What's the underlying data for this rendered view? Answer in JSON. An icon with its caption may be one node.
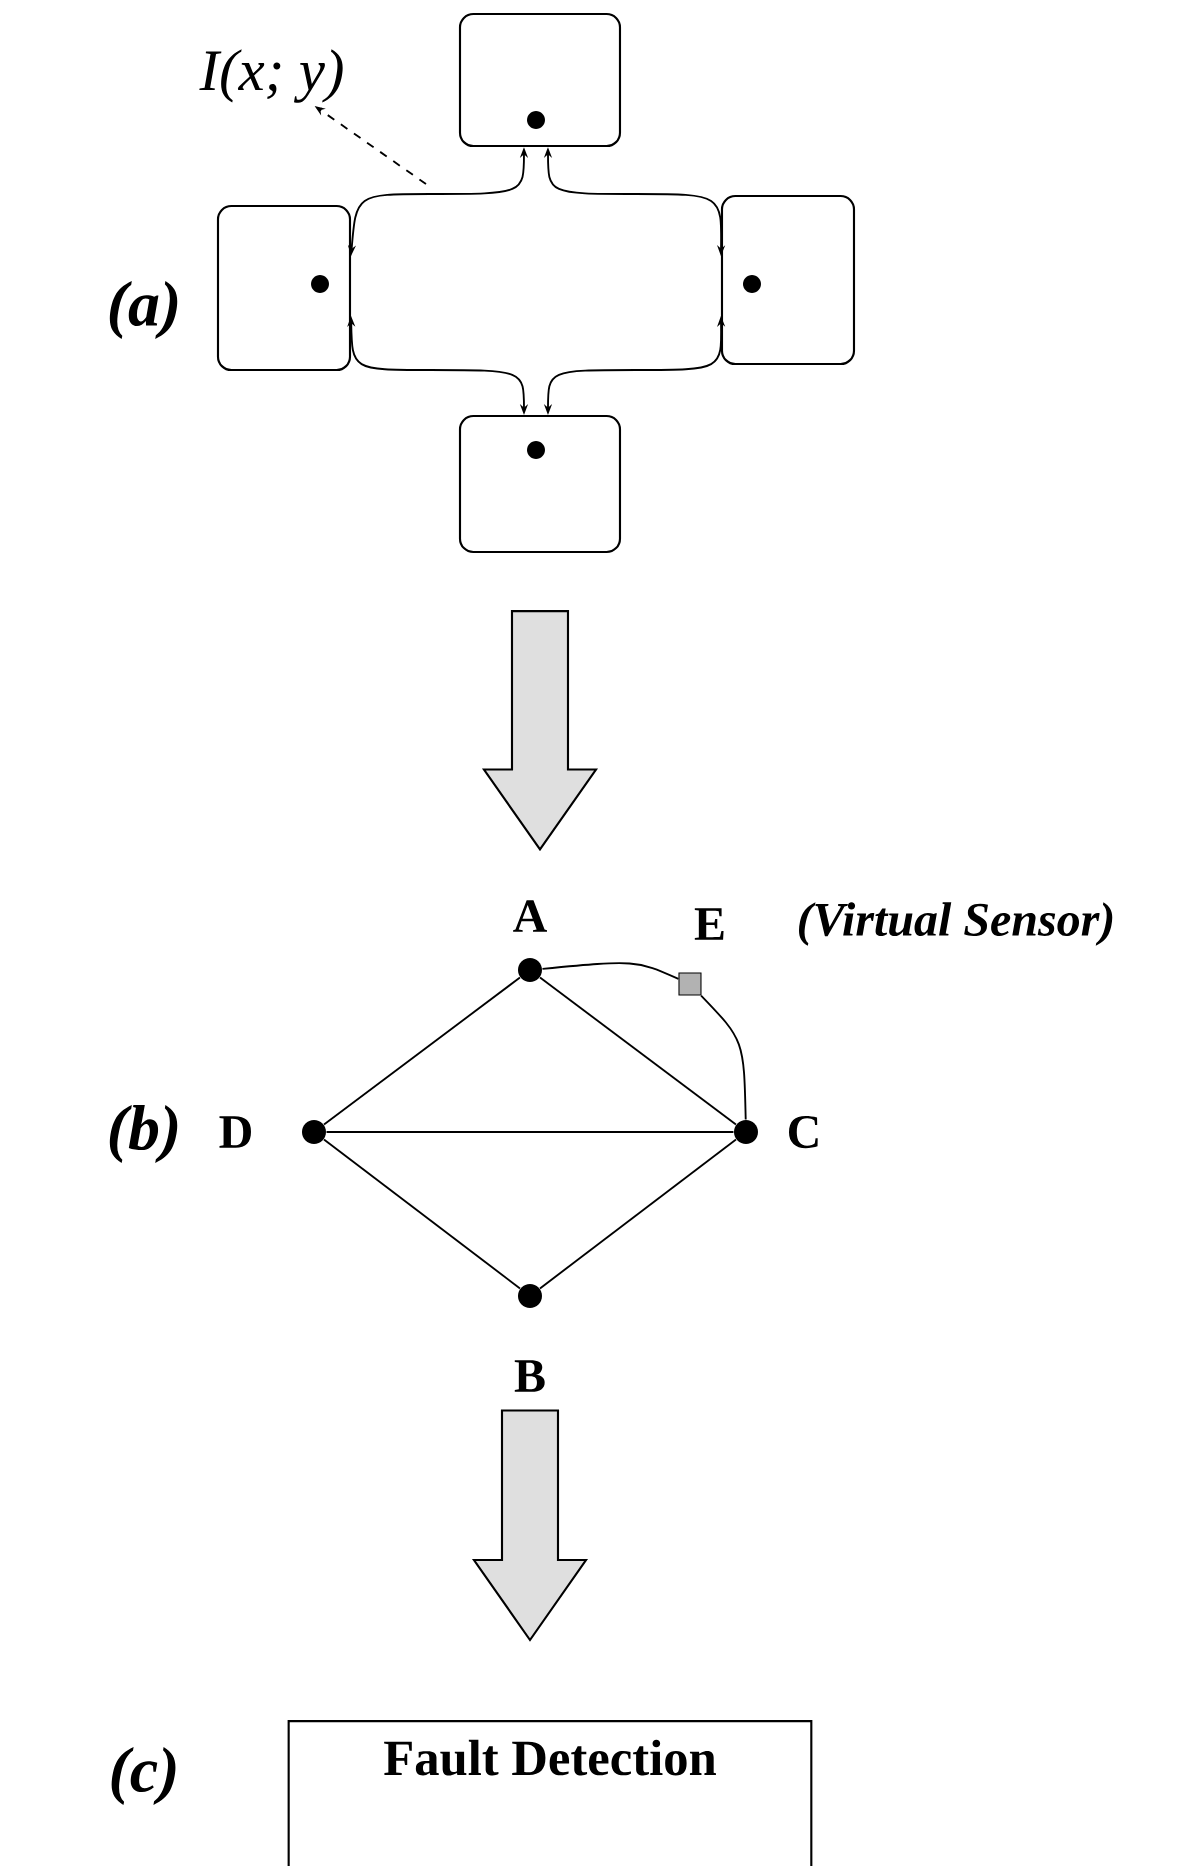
{
  "diagram": {
    "nodes": [
      {
        "text": [],
        "shape": "box"
      },
      {
        "text": [],
        "shape": "box"
      },
      {
        "text": [],
        "shape": "box"
      },
      {
        "text": [],
        "shape": "box"
      },
      {
        "text": [
          "I(x; y)"
        ]
      },
      {
        "text": [],
        "shape": "circle",
        "beside": [
          "A"
        ]
      },
      {
        "text": [],
        "shape": "circle",
        "beside": [
          "D"
        ]
      },
      {
        "text": [],
        "shape": "circle",
        "beside": [
          "C"
        ]
      },
      {
        "text": [],
        "shape": "circle",
        "beside": [
          "B"
        ]
      },
      {
        "text": [],
        "shape": "box",
        "beside": [
          "E",
          "(Virtual Sensor)"
        ]
      },
      {
        "text": [
          "Fault Detection"
        ]
      }
    ],
    "edges": [
      {
        "from": 0,
        "to": 1,
        "arrow": "both"
      },
      {
        "from": 0,
        "to": 2,
        "arrow": "both"
      },
      {
        "from": 1,
        "to": 3,
        "arrow": "both"
      },
      {
        "from": 2,
        "to": 3,
        "arrow": "both"
      },
      {
        "from": null,
        "to": 4,
        "arrow": "to",
        "style": "dashed"
      },
      {
        "from": 3,
        "to": 5,
        "arrow": "to",
        "style": "thick"
      },
      {
        "from": 5,
        "to": 6,
        "arrow": "none"
      },
      {
        "from": 5,
        "to": 7,
        "arrow": "none"
      },
      {
        "from": 6,
        "to": 7,
        "arrow": "none"
      },
      {
        "from": 6,
        "to": 8,
        "arrow": "none"
      },
      {
        "from": 8,
        "to": 7,
        "arrow": "none"
      },
      {
        "from": 5,
        "to": 9,
        "arrow": "none"
      },
      {
        "from": 9,
        "to": 7,
        "arrow": "none"
      },
      {
        "from": 8,
        "to": 10,
        "arrow": "to",
        "style": "thick"
      }
    ],
    "labels": [
      "(a)",
      "(b)",
      "(c)"
    ]
  }
}
